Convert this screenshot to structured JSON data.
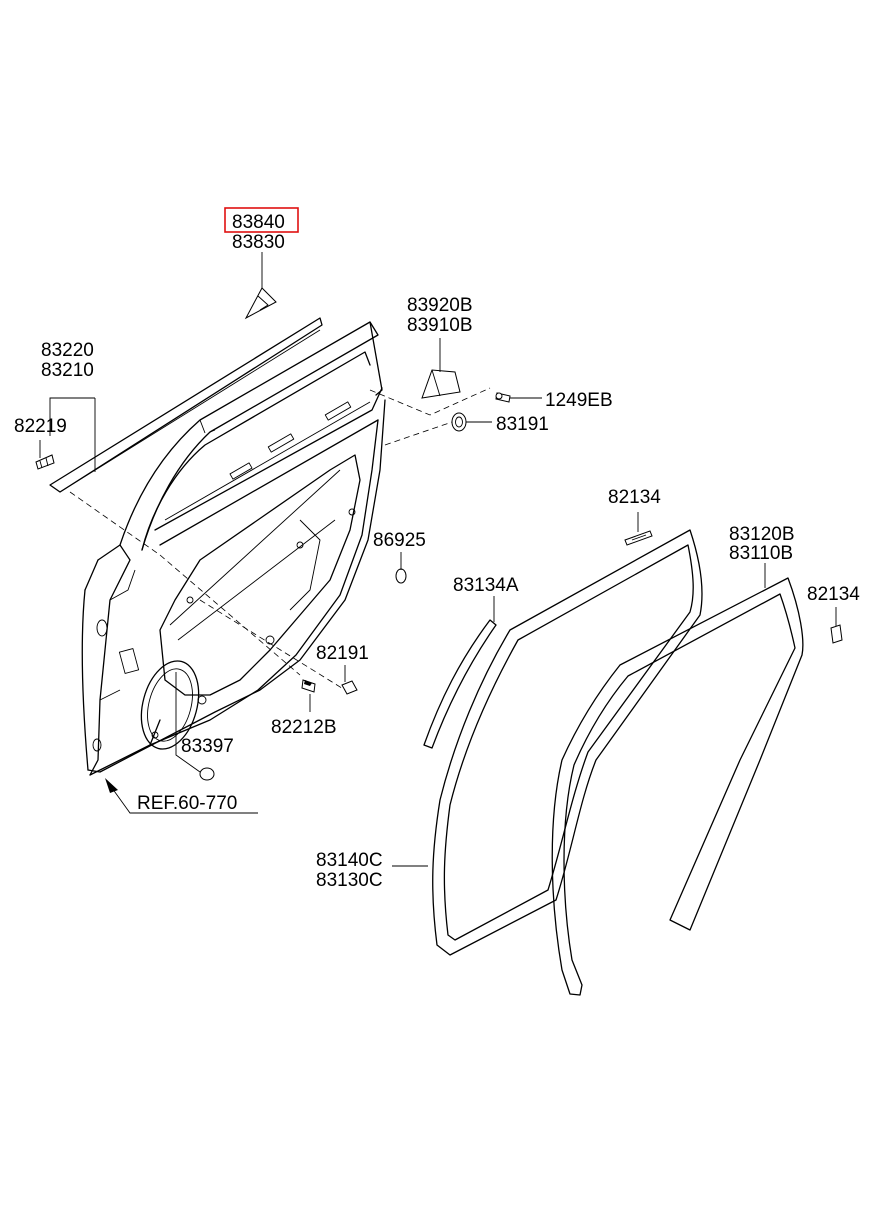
{
  "labels": {
    "p83840": "83840",
    "p83830": "83830",
    "p83920B": "83920B",
    "p83910B": "83910B",
    "p1249EB": "1249EB",
    "p83191": "83191",
    "p83220": "83220",
    "p83210": "83210",
    "p82219": "82219",
    "p82134_top": "82134",
    "p86925": "86925",
    "p83134A": "83134A",
    "p83120B": "83120B",
    "p83110B": "83110B",
    "p82134_right": "82134",
    "p82191": "82191",
    "p82212B": "82212B",
    "p83397": "83397",
    "ref": "REF.60-770",
    "p83140C": "83140C",
    "p83130C": "83130C"
  },
  "highlight": {
    "part": "83840",
    "color": "#e01010"
  }
}
